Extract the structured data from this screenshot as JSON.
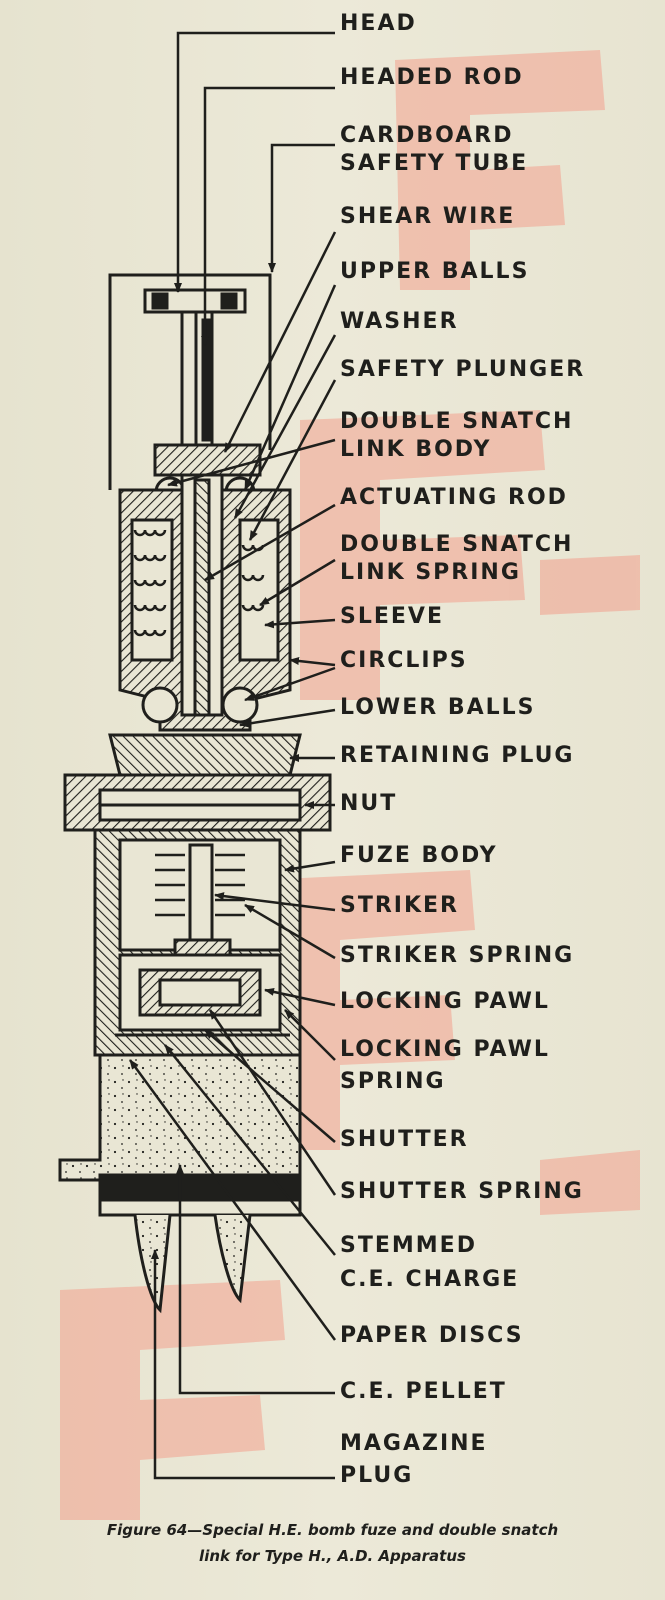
{
  "labels": {
    "head": "HEAD",
    "headed_rod": "HEADED ROD",
    "cardboard_safety_tube_1": "CARDBOARD",
    "cardboard_safety_tube_2": "SAFETY TUBE",
    "shear_wire": "SHEAR WIRE",
    "upper_balls": "UPPER BALLS",
    "washer": "WASHER",
    "safety_plunger": "SAFETY PLUNGER",
    "double_snatch_link_body_1": "DOUBLE SNATCH",
    "double_snatch_link_body_2": "LINK BODY",
    "actuating_rod": "ACTUATING ROD",
    "double_snatch_link_spring_1": "DOUBLE SNATCH",
    "double_snatch_link_spring_2": "LINK SPRING",
    "sleeve": "SLEEVE",
    "circlips": "CIRCLIPS",
    "lower_balls": "LOWER BALLS",
    "retaining_plug": "RETAINING PLUG",
    "nut": "NUT",
    "fuze_body": "FUZE BODY",
    "striker": "STRIKER",
    "striker_spring": "STRIKER SPRING",
    "locking_pawl": "LOCKING PAWL",
    "locking_pawl_spring_1": "LOCKING PAWL",
    "locking_pawl_spring_2": "SPRING",
    "shutter": "SHUTTER",
    "shutter_spring": "SHUTTER SPRING",
    "stemmed_ce_charge_1": "STEMMED",
    "stemmed_ce_charge_2": "C.E. CHARGE",
    "paper_discs": "PAPER DISCS",
    "ce_pellet": "C.E. PELLET",
    "magazine_plug_1": "MAGAZINE",
    "magazine_plug_2": "PLUG"
  },
  "caption": {
    "line1": "Figure 64—Special H.E. bomb fuze and double snatch",
    "line2": "link for Type H., A.D. Apparatus"
  },
  "colors": {
    "ink": "#1f1f1c",
    "watermark": "#f2a08e",
    "paper": "#e9e6d4"
  }
}
